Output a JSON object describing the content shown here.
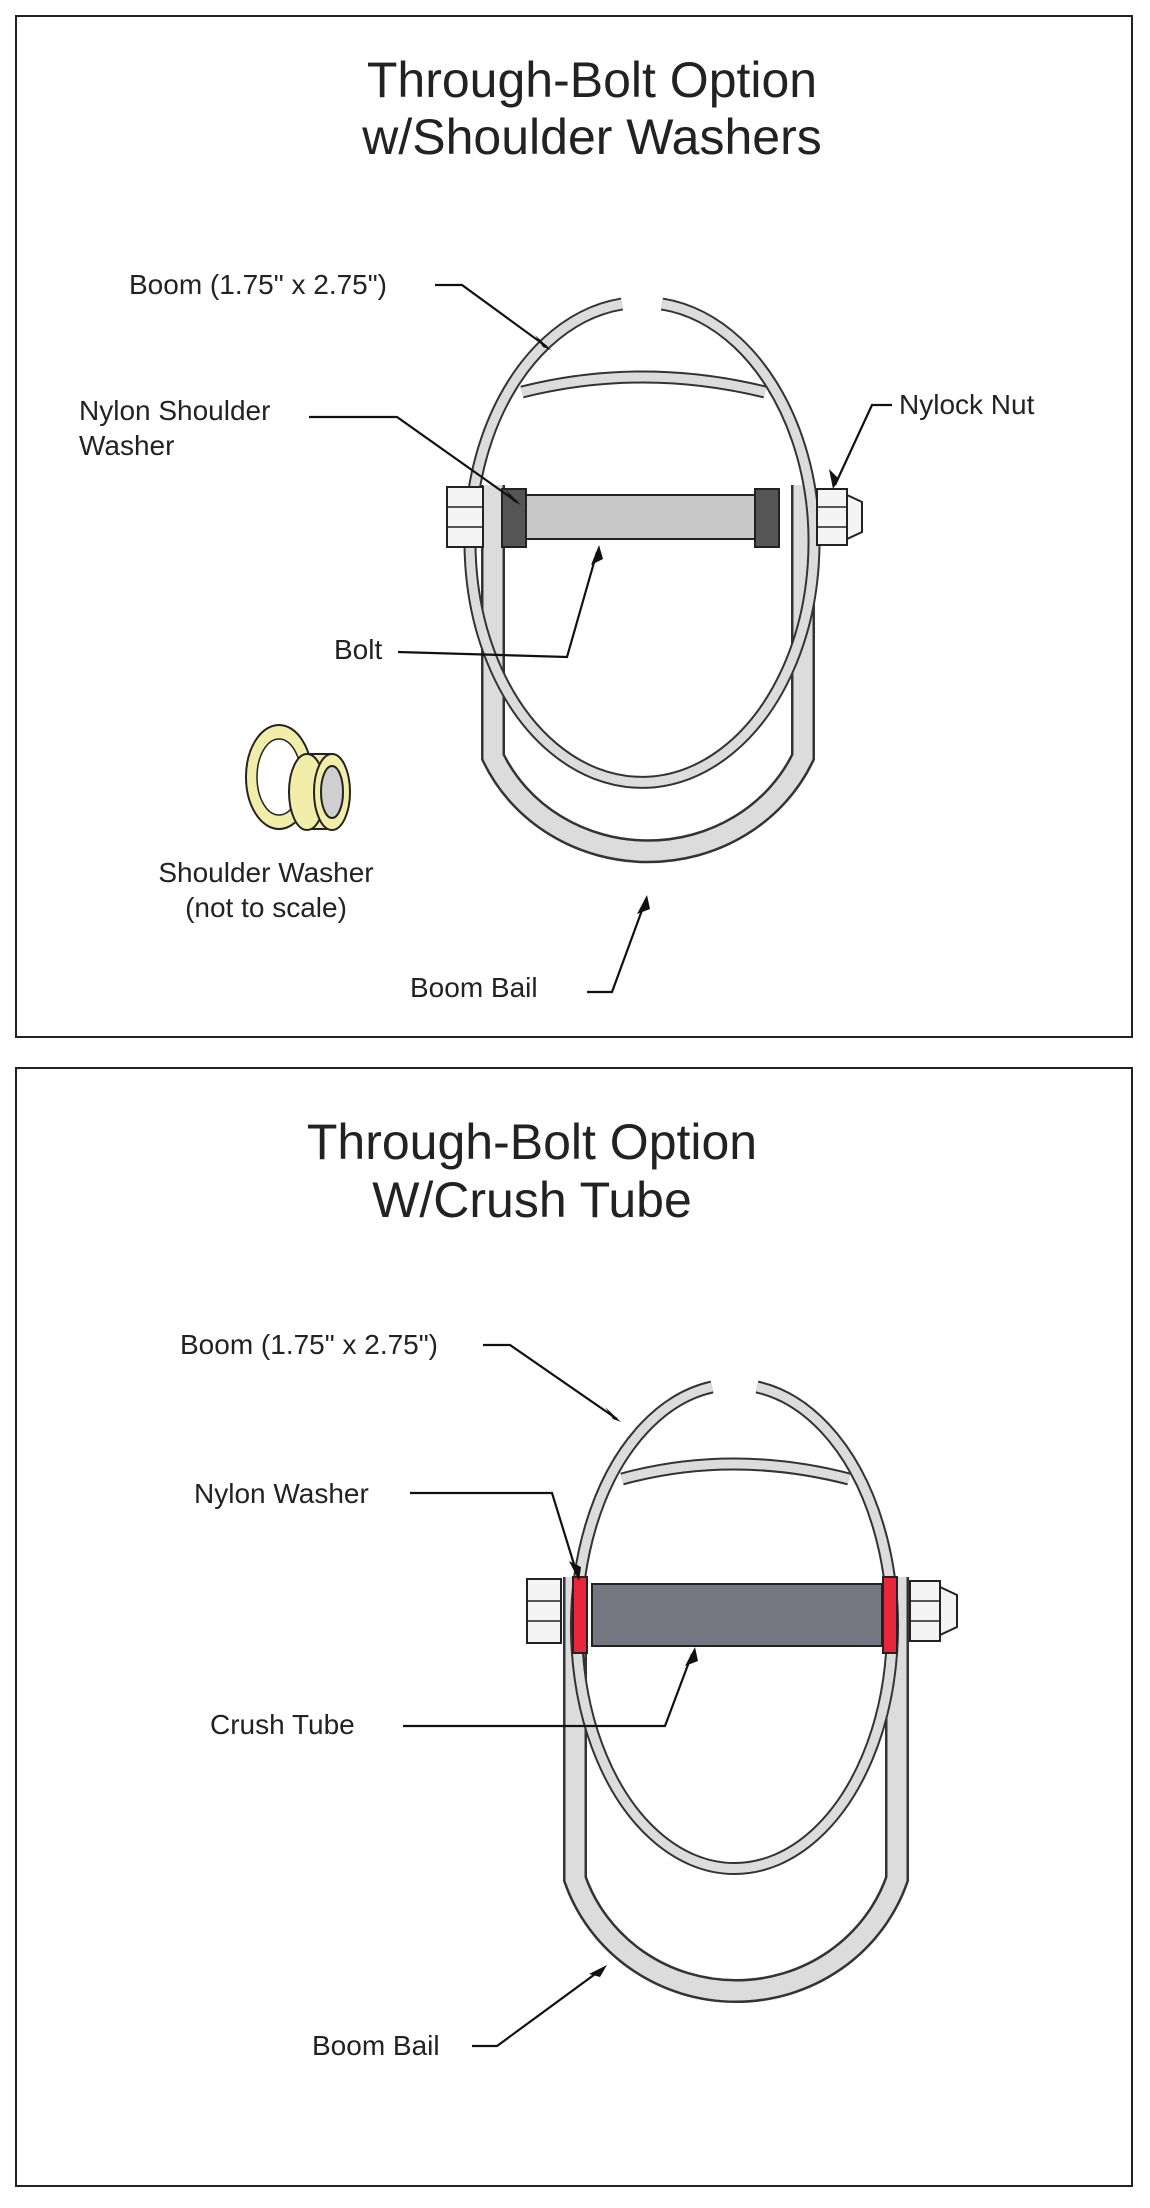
{
  "top_panel": {
    "title_line1": "Through-Bolt Option",
    "title_line2": "w/Shoulder Washers",
    "labels": {
      "boom": "Boom (1.75\" x 2.75\")",
      "nylon_shoulder_washer_1": "Nylon Shoulder",
      "nylon_shoulder_washer_2": "Washer",
      "nylock_nut": "Nylock Nut",
      "bolt": "Bolt",
      "shoulder_washer_1": "Shoulder Washer",
      "shoulder_washer_2": "(not to scale)",
      "boom_bail": "Boom Bail"
    }
  },
  "bottom_panel": {
    "title_line1": "Through-Bolt Option",
    "title_line2": "W/Crush Tube",
    "labels": {
      "boom": "Boom (1.75\" x 2.75\")",
      "nylon_washer": "Nylon Washer",
      "crush_tube": "Crush Tube",
      "boom_bail": "Boom Bail"
    }
  },
  "colors": {
    "outline": "#222222",
    "metal": "#dcdcdc",
    "bolt": "#c8c8c8",
    "shoulder_washer_dark": "#555555",
    "crush_tube": "#777782",
    "nylon_washer": "#e8283a",
    "washer_yellow": "#f2eeaa"
  }
}
